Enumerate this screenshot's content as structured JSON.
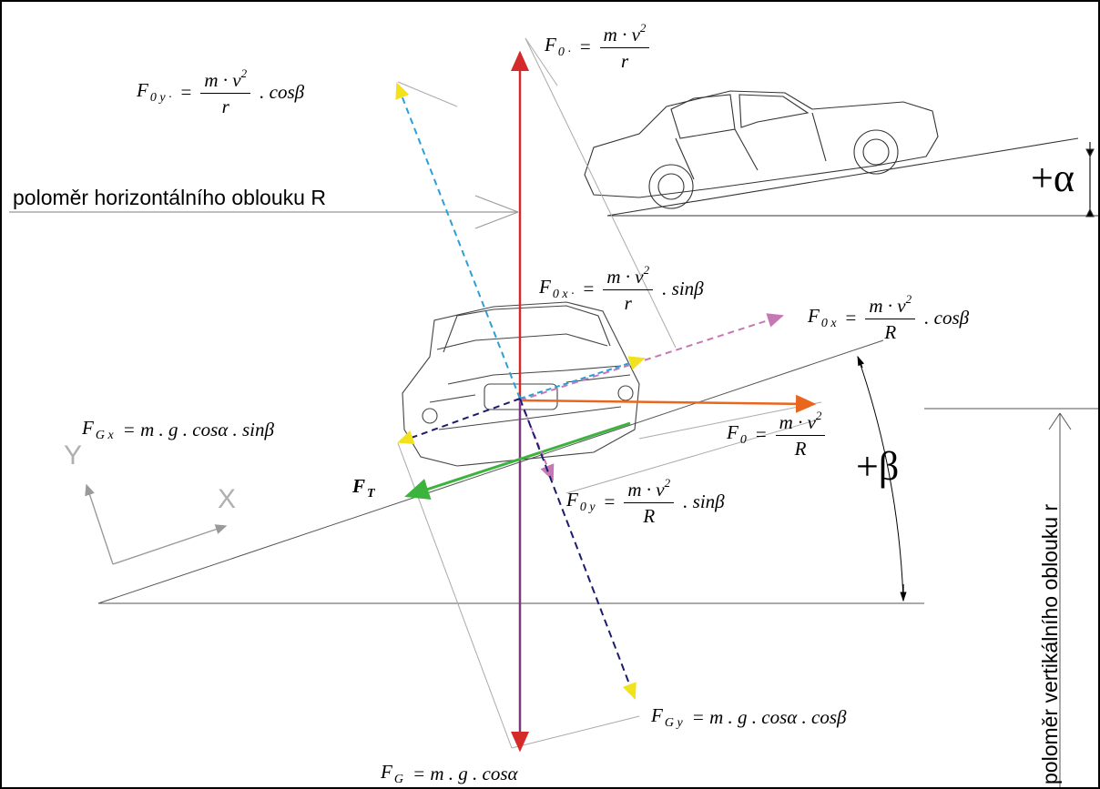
{
  "labels": {
    "horizontal_radius": "poloměr horizontálního  oblouku R",
    "vertical_radius": "poloměr vertikálního oblouku r",
    "axis_x": "X",
    "axis_y": "Y",
    "alpha": "+α",
    "beta": "+β"
  },
  "equations": {
    "f0_prime": {
      "sym": "F",
      "sub": "0 ·",
      "eq": "=",
      "num": "m · v",
      "pow": "2",
      "den": "r",
      "tail": ""
    },
    "f0y_prime": {
      "sym": "F",
      "sub": "0 y ·",
      "eq": "=",
      "num": "m · v",
      "pow": "2",
      "den": "r",
      "tail": ". cosβ"
    },
    "f0x_prime": {
      "sym": "F",
      "sub": "0 x ·",
      "eq": "=",
      "num": "m · v",
      "pow": "2",
      "den": "r",
      "tail": ". sinβ"
    },
    "f0x": {
      "sym": "F",
      "sub": "0 x",
      "eq": "=",
      "num": "m · v",
      "pow": "2",
      "den": "R",
      "tail": ". cosβ"
    },
    "f0": {
      "sym": "F",
      "sub": "0",
      "eq": "=",
      "num": "m · v",
      "pow": "2",
      "den": "R",
      "tail": ""
    },
    "f0y": {
      "sym": "F",
      "sub": "0 y",
      "eq": "=",
      "num": "m · v",
      "pow": "2",
      "den": "R",
      "tail": ". sinβ"
    },
    "fgx": {
      "text": "= m . g . cosα . sinβ",
      "sym": "F",
      "sub": "G x"
    },
    "fgy": {
      "text": "= m . g . cosα . cosβ",
      "sym": "F",
      "sub": "G y"
    },
    "fg": {
      "text": "= m . g . cosα",
      "sym": "F",
      "sub": "G"
    },
    "ft": {
      "sym": "F",
      "sub": "T"
    }
  },
  "colors": {
    "red": "#d42a2a",
    "purple": "#7a3a7a",
    "orange": "#e8661e",
    "green": "#3cb33c",
    "pink": "#c678b4",
    "lightblue": "#2aa0d8",
    "navy": "#1c1c6e",
    "yellow": "#f2e21e",
    "grey": "#9a9a9a"
  }
}
